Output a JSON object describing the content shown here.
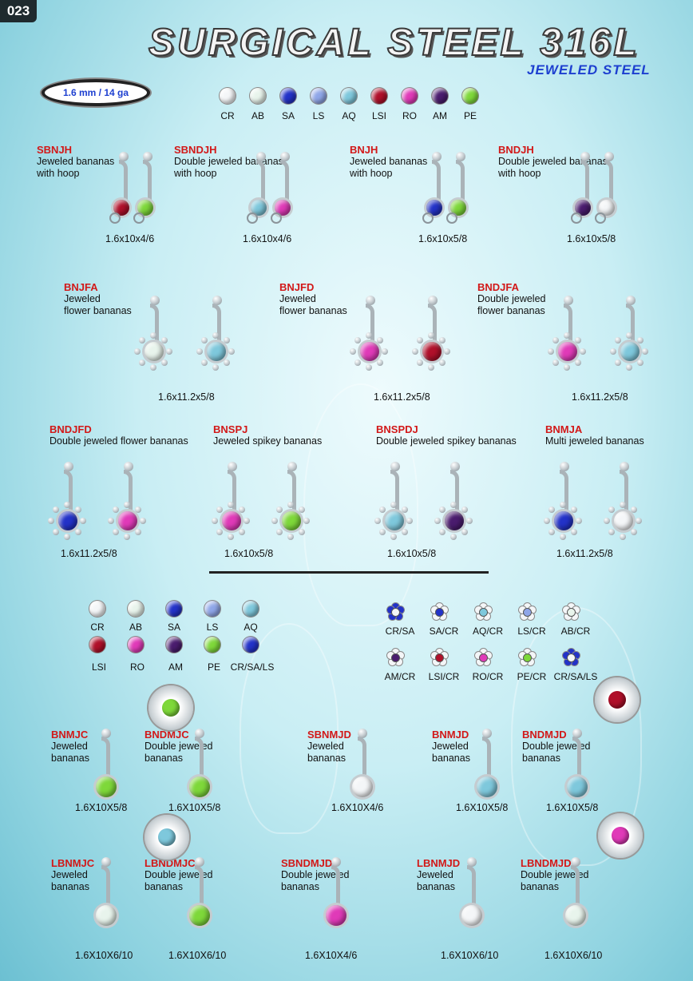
{
  "page": {
    "number": "023",
    "title": "SURGICAL STEEL 316L",
    "subtitle": "JEWELED STEEL",
    "gauge": "1.6 mm / 14 ga"
  },
  "colors": {
    "CR": "#f4f6f8",
    "AB": "#e8f4ec",
    "SA": "#2332c8",
    "LS": "#8fa6e8",
    "AQ": "#7ec8dc",
    "LSI": "#b0102a",
    "RO": "#e03ab8",
    "AM": "#4a1c6e",
    "PE": "#7ed83a"
  },
  "top_legend": [
    "CR",
    "AB",
    "SA",
    "LS",
    "AQ",
    "LSI",
    "RO",
    "AM",
    "PE"
  ],
  "products_row1": [
    {
      "code": "SBNJH",
      "desc": [
        "Jeweled bananas",
        "with hoop"
      ],
      "size": "1.6x10x4/6",
      "gems": [
        "LSI",
        "PE"
      ]
    },
    {
      "code": "SBNDJH",
      "desc": [
        "Double jeweled bananas",
        "with hoop"
      ],
      "size": "1.6x10x4/6",
      "gems": [
        "AQ",
        "RO"
      ]
    },
    {
      "code": "BNJH",
      "desc": [
        "Jeweled bananas",
        "with hoop"
      ],
      "size": "1.6x10x5/8",
      "gems": [
        "SA",
        "PE"
      ]
    },
    {
      "code": "BNDJH",
      "desc": [
        "Double jeweled bananas",
        "with hoop"
      ],
      "size": "1.6x10x5/8",
      "gems": [
        "AM",
        "CR"
      ]
    }
  ],
  "products_row2": [
    {
      "code": "BNJFA",
      "desc": [
        "Jeweled",
        "flower bananas"
      ],
      "size": "1.6x11.2x5/8",
      "gems": [
        "AB",
        "AQ"
      ]
    },
    {
      "code": "BNJFD",
      "desc": [
        "Jeweled",
        "flower bananas"
      ],
      "size": "1.6x11.2x5/8",
      "gems": [
        "RO",
        "LSI"
      ]
    },
    {
      "code": "BNDJFA",
      "desc": [
        "Double jeweled",
        "flower bananas"
      ],
      "size": "1.6x11.2x5/8",
      "gems": [
        "RO",
        "AQ"
      ]
    }
  ],
  "products_row3": [
    {
      "code": "BNDJFD",
      "desc": [
        "Double jeweled flower bananas"
      ],
      "size": "1.6x11.2x5/8",
      "gems": [
        "SA",
        "RO"
      ]
    },
    {
      "code": "BNSPJ",
      "desc": [
        "Jeweled spikey bananas"
      ],
      "size": "1.6x10x5/8",
      "gems": [
        "RO",
        "PE"
      ]
    },
    {
      "code": "BNSPDJ",
      "desc": [
        "Double jeweled spikey bananas"
      ],
      "size": "1.6x10x5/8",
      "gems": [
        "AQ",
        "AM"
      ]
    },
    {
      "code": "BNMJA",
      "desc": [
        "Multi jeweled bananas"
      ],
      "size": "1.6x11.2x5/8",
      "gems": [
        "SA",
        "CR"
      ]
    }
  ],
  "legend2_row1": [
    "CR",
    "AB",
    "SA",
    "LS",
    "AQ"
  ],
  "legend2_row2": [
    "LSI",
    "RO",
    "AM",
    "PE",
    "CR/SA/LS"
  ],
  "flower_row1": [
    {
      "label": "CR/SA",
      "petal": "SA",
      "center": "CR"
    },
    {
      "label": "SA/CR",
      "petal": "CR",
      "center": "SA"
    },
    {
      "label": "AQ/CR",
      "petal": "CR",
      "center": "AQ"
    },
    {
      "label": "LS/CR",
      "petal": "CR",
      "center": "LS"
    },
    {
      "label": "AB/CR",
      "petal": "CR",
      "center": "AB"
    }
  ],
  "flower_row2": [
    {
      "label": "AM/CR",
      "petal": "CR",
      "center": "AM"
    },
    {
      "label": "LSI/CR",
      "petal": "CR",
      "center": "LSI"
    },
    {
      "label": "RO/CR",
      "petal": "CR",
      "center": "RO"
    },
    {
      "label": "PE/CR",
      "petal": "CR",
      "center": "PE"
    },
    {
      "label": "CR/SA/LS",
      "petal": "SA",
      "center": "CR"
    }
  ],
  "products_row4": [
    {
      "code": "BNMJC",
      "desc": [
        "Jeweled",
        "bananas"
      ],
      "size": "1.6X10X5/8",
      "gem": "PE"
    },
    {
      "code": "BNDMJC",
      "desc": [
        "Double jeweled",
        "bananas"
      ],
      "size": "1.6X10X5/8",
      "gem": "PE"
    },
    {
      "code": "SBNMJD",
      "desc": [
        "Jeweled",
        "bananas"
      ],
      "size": "1.6X10X4/6",
      "gem": "CR"
    },
    {
      "code": "BNMJD",
      "desc": [
        "Jeweled",
        "bananas"
      ],
      "size": "1.6X10X5/8",
      "gem": "AQ"
    },
    {
      "code": "BNDMJD",
      "desc": [
        "Double jeweled",
        "bananas"
      ],
      "size": "1.6X10X5/8",
      "gem": "AQ"
    }
  ],
  "products_row5": [
    {
      "code": "LBNMJC",
      "desc": [
        "Jeweled",
        "bananas"
      ],
      "size": "1.6X10X6/10",
      "gem": "AB"
    },
    {
      "code": "LBNDMJC",
      "desc": [
        "Double jeweled",
        "bananas"
      ],
      "size": "1.6X10X6/10",
      "gem": "PE"
    },
    {
      "code": "SBNDMJD",
      "desc": [
        "Double jeweled",
        "bananas"
      ],
      "size": "1.6X10X4/6",
      "gem": "RO"
    },
    {
      "code": "LBNMJD",
      "desc": [
        "Jeweled",
        "bananas"
      ],
      "size": "1.6X10X6/10",
      "gem": "CR"
    },
    {
      "code": "LBNDMJD",
      "desc": [
        "Double jeweled",
        "bananas"
      ],
      "size": "1.6X10X6/10",
      "gem": "AB"
    }
  ]
}
